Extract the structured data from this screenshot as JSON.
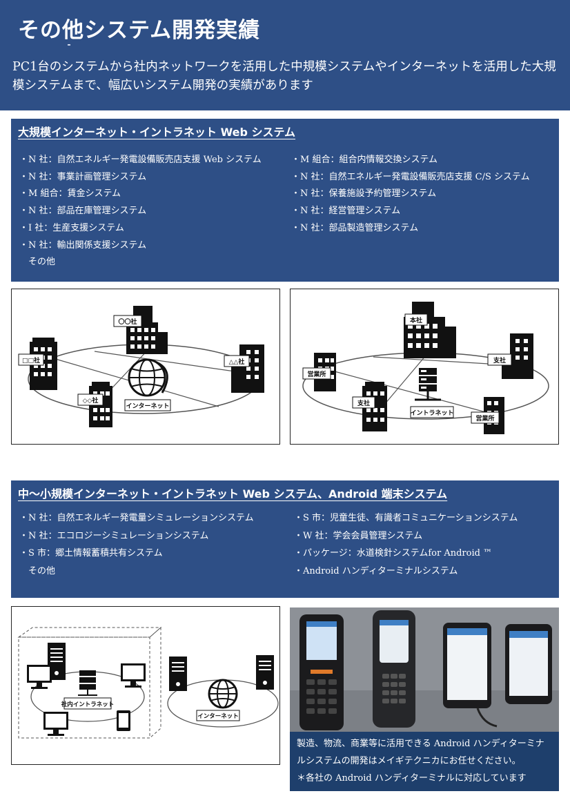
{
  "header": {
    "title": "その他システム開発実績",
    "intro": "PC1台のシステムから社内ネットワークを活用した中規模システムやインターネットを活用した大規模システムまで、幅広いシステム開発の実績があります"
  },
  "large_panel": {
    "title": "大規模インターネット・イントラネット Web システム",
    "left_items": [
      "・N 社：自然エネルギー発電設備販売店支援 Web システム",
      "・N 社：事業計画管理システム",
      "・M 組合：賃金システム",
      "・N 社：部品在庫管理システム",
      "・I 社：生産支援システム",
      "・N 社：輸出関係支援システム",
      "　その他"
    ],
    "right_items": [
      "・M 組合：組合内情報交換システム",
      "・N 社：自然エネルギー発電設備販売店支援 C/S システム",
      "・N 社：保養施設予約管理システム",
      "・N 社：経営管理システム",
      "・N 社：部品製造管理システム"
    ]
  },
  "internet_diagram": {
    "labels": [
      "〇〇社",
      "□□社",
      "△△社",
      "◇◇社",
      "インターネット"
    ]
  },
  "intranet_diagram": {
    "labels": [
      "本社",
      "支社",
      "営業所",
      "支社",
      "営業所",
      "イントラネット"
    ]
  },
  "small_panel": {
    "title": "中～小規模インターネット・イントラネット Web システム、Android 端末システム",
    "left_items": [
      "・N 社：自然エネルギー発電量シミュレーションシステム",
      "・N 社：エコロジーシミュレーションシステム",
      "・S 市：郷土情報蓄積共有システム",
      "　その他"
    ],
    "right_items": [
      "・S 市：児童生徒、有識者コミュニケーションシステム",
      "・W 社：学会会員管理システム",
      "・パッケージ：水道検針システムfor Android ™",
      "・Android ハンディターミナルシステム"
    ]
  },
  "lan_diagram": {
    "labels": [
      "社内イントラネット",
      "インターネット"
    ]
  },
  "photo_caption": {
    "lines": [
      "製造、物流、商業等に活用できる Android ハンディターミナ",
      "ルシステムの開発はメイギテクニカにお任せください。",
      "＊各社の Android ハンディターミナルに対応しています"
    ]
  }
}
